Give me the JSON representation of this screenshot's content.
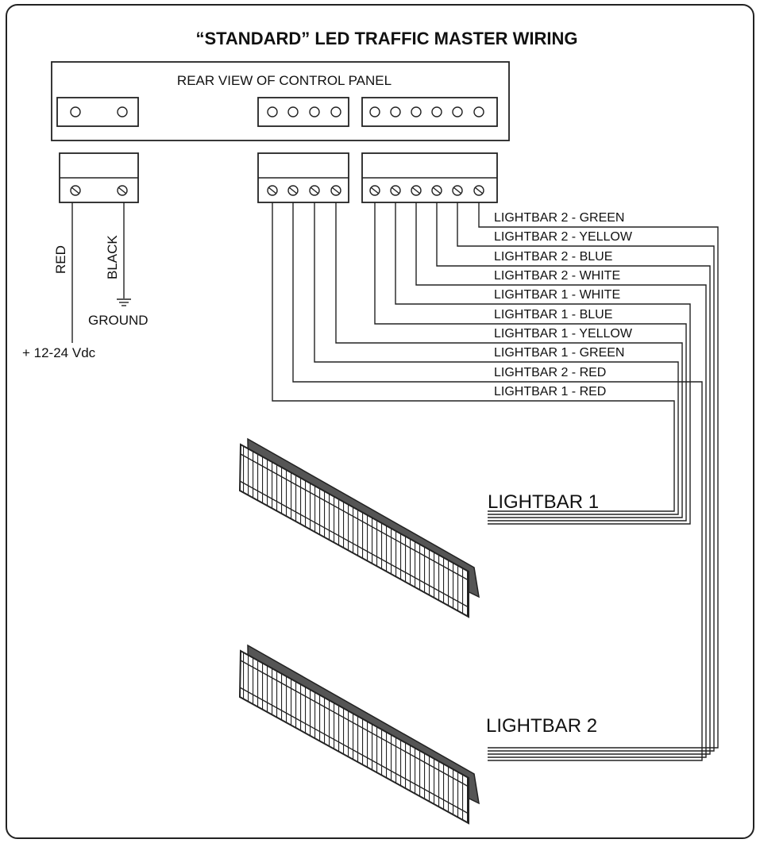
{
  "title": "“STANDARD” LED TRAFFIC MASTER WIRING",
  "panel_label": "REAR VIEW OF CONTROL PANEL",
  "power": {
    "red": "RED",
    "black": "BLACK",
    "ground": "GROUND",
    "supply": "+ 12-24 Vdc"
  },
  "wires": [
    "LIGHTBAR 2 - GREEN",
    "LIGHTBAR 2 - YELLOW",
    "LIGHTBAR 2 - BLUE",
    "LIGHTBAR 2 - WHITE",
    "LIGHTBAR 1 - WHITE",
    "LIGHTBAR 1 - BLUE",
    "LIGHTBAR 1 - YELLOW",
    "LIGHTBAR 1 - GREEN",
    "LIGHTBAR 2  - RED",
    "LIGHTBAR 1 - RED"
  ],
  "lightbars": {
    "lb1": "LIGHTBAR 1",
    "lb2": "LIGHTBAR 2"
  }
}
